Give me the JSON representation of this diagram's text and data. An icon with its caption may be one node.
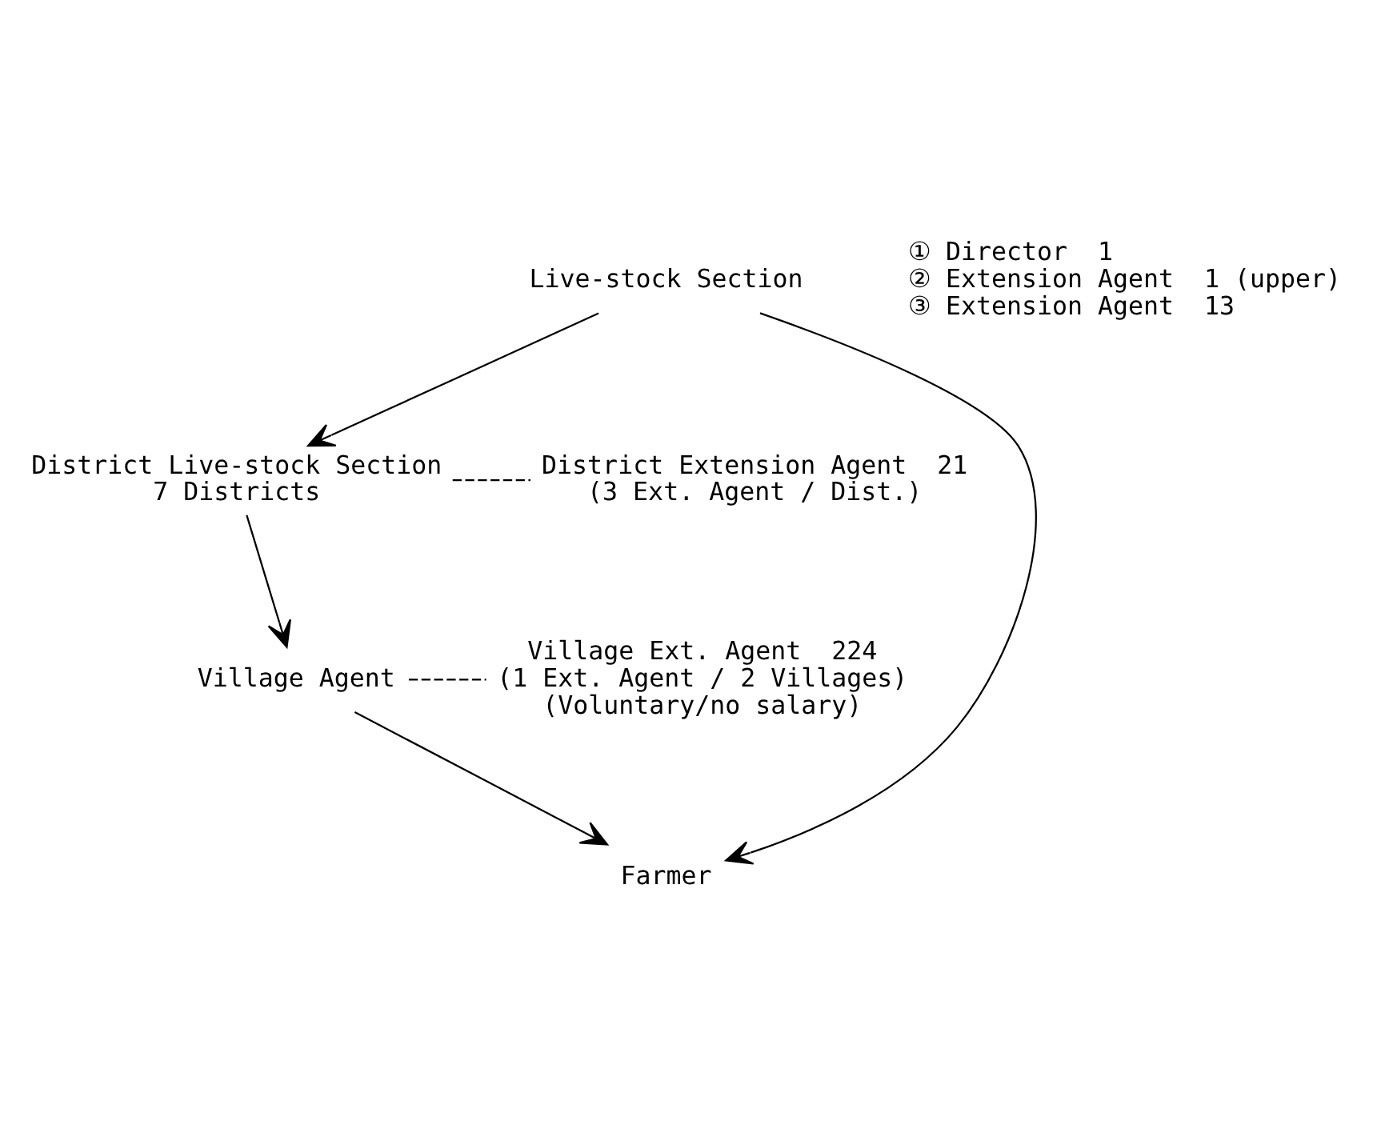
{
  "diagram": {
    "nodes": [
      {
        "text": [
          "Live-stock Section"
        ]
      },
      {
        "text": [
          "District Live-stock Section",
          "7 Districts"
        ]
      },
      {
        "text": [
          "District Extension Agent  21",
          "(3 Ext. Agent / Dist.)"
        ]
      },
      {
        "text": [
          "Village Agent"
        ]
      },
      {
        "text": [
          "Village Ext. Agent  224",
          "(1 Ext. Agent / 2 Villages)",
          "(Voluntary/no salary)"
        ]
      },
      {
        "text": [
          "Farmer"
        ]
      }
    ],
    "edges": [
      {
        "from": 0,
        "to": 1,
        "arrow": "to"
      },
      {
        "from": 1,
        "to": 2,
        "arrow": "none",
        "style": "dashed"
      },
      {
        "from": 1,
        "to": 3,
        "arrow": "to"
      },
      {
        "from": 3,
        "to": 4,
        "arrow": "none",
        "style": "dashed"
      },
      {
        "from": 3,
        "to": 5,
        "arrow": "to"
      },
      {
        "from": 0,
        "to": 5,
        "arrow": "to"
      }
    ],
    "labels": [
      "① Director  1",
      "② Extension Agent  1 (upper)",
      "③ Extension Agent  13"
    ]
  }
}
